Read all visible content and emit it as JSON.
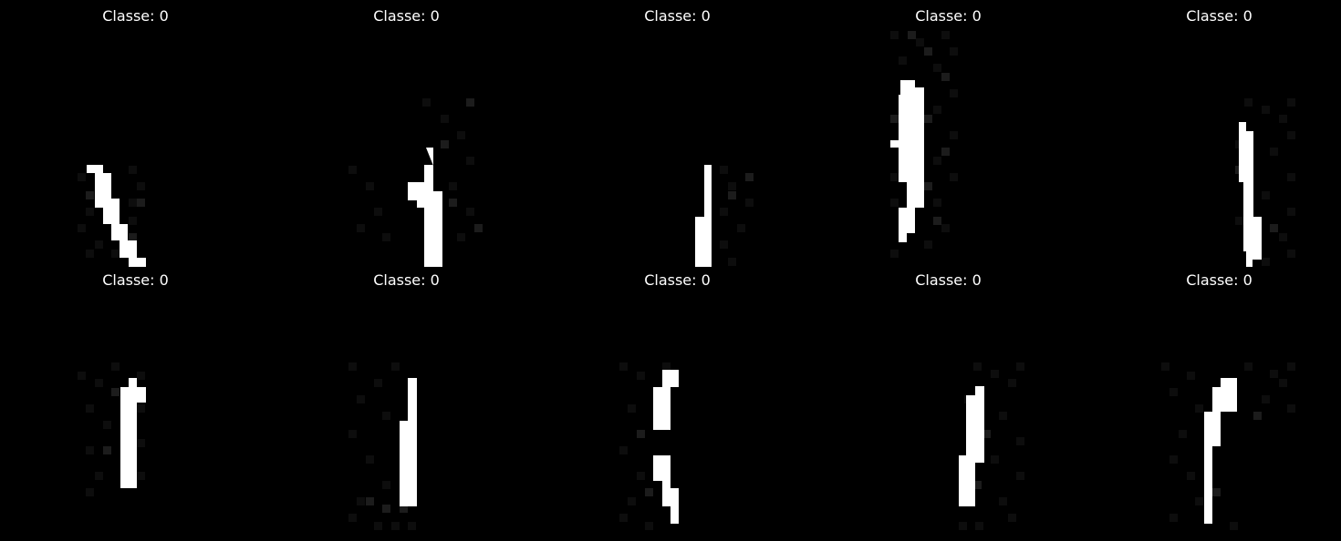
{
  "figure": {
    "background": "#000000",
    "text_color": "#ffffff",
    "panels": [
      {
        "title": "Classe: 0",
        "label": 0
      },
      {
        "title": "Classe: 0",
        "label": 0
      },
      {
        "title": "Classe: 0",
        "label": 0
      },
      {
        "title": "Classe: 0",
        "label": 0
      },
      {
        "title": "Classe: 0",
        "label": 0
      },
      {
        "title": "Classe: 0",
        "label": 0
      },
      {
        "title": "Classe: 0",
        "label": 0
      },
      {
        "title": "Classe: 0",
        "label": 0
      },
      {
        "title": "Classe: 0",
        "label": 0
      },
      {
        "title": "Classe: 0",
        "label": 0
      }
    ]
  }
}
